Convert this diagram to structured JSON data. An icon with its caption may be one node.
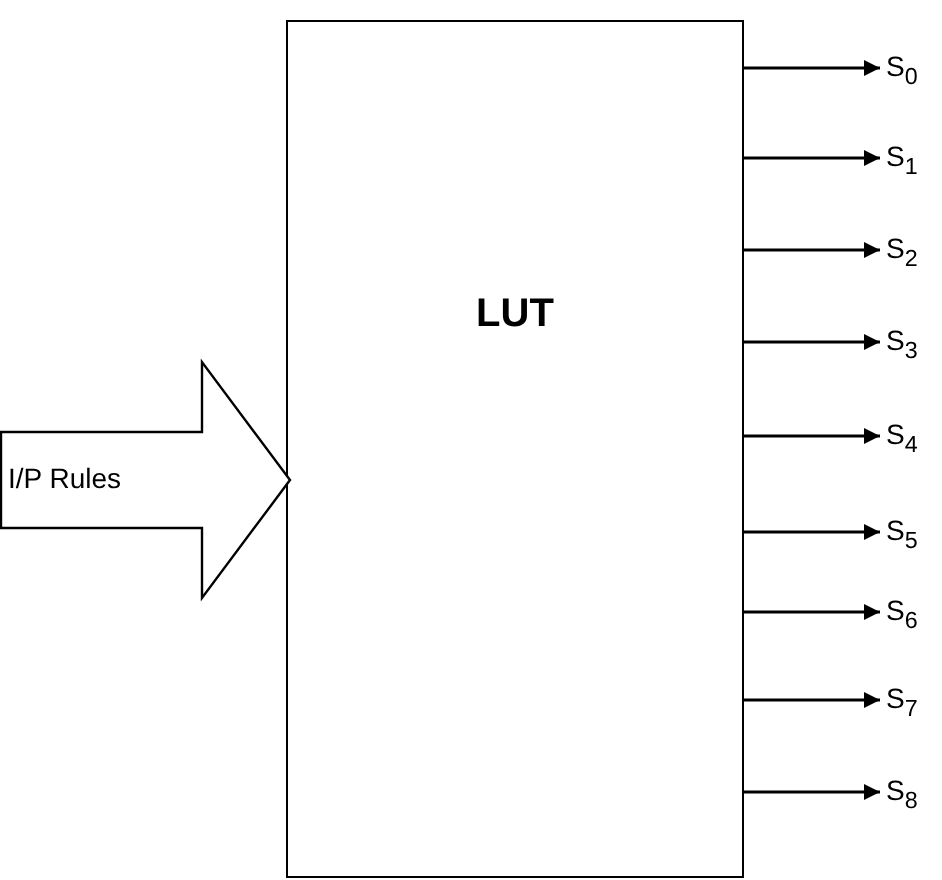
{
  "diagram": {
    "nodes": [
      {
        "text": [
          "LUT"
        ]
      },
      {
        "text": [
          "I/P Rules"
        ]
      },
      {
        "text": [
          "S$_{0}$"
        ]
      },
      {
        "text": [
          "S$_{1}$"
        ]
      },
      {
        "text": [
          "S$_{2}$"
        ]
      },
      {
        "text": [
          "S$_{3}$"
        ]
      },
      {
        "text": [
          "S$_{4}$"
        ]
      },
      {
        "text": [
          "S$_{5}$"
        ]
      },
      {
        "text": [
          "S$_{6}$"
        ]
      },
      {
        "text": [
          "S$_{7}$"
        ]
      },
      {
        "text": [
          "S$_{8}$"
        ]
      }
    ],
    "edges": [
      {
        "from": 0,
        "to": 2,
        "arrow": "to"
      },
      {
        "from": 0,
        "to": 3,
        "arrow": "to"
      },
      {
        "from": 0,
        "to": 4,
        "arrow": "to"
      },
      {
        "from": 0,
        "to": 5,
        "arrow": "to"
      },
      {
        "from": 0,
        "to": 6,
        "arrow": "to"
      },
      {
        "from": 0,
        "to": 7,
        "arrow": "to"
      },
      {
        "from": 0,
        "to": 8,
        "arrow": "to"
      },
      {
        "from": 0,
        "to": 9,
        "arrow": "to"
      },
      {
        "from": 0,
        "to": 10,
        "arrow": "to"
      }
    ]
  }
}
